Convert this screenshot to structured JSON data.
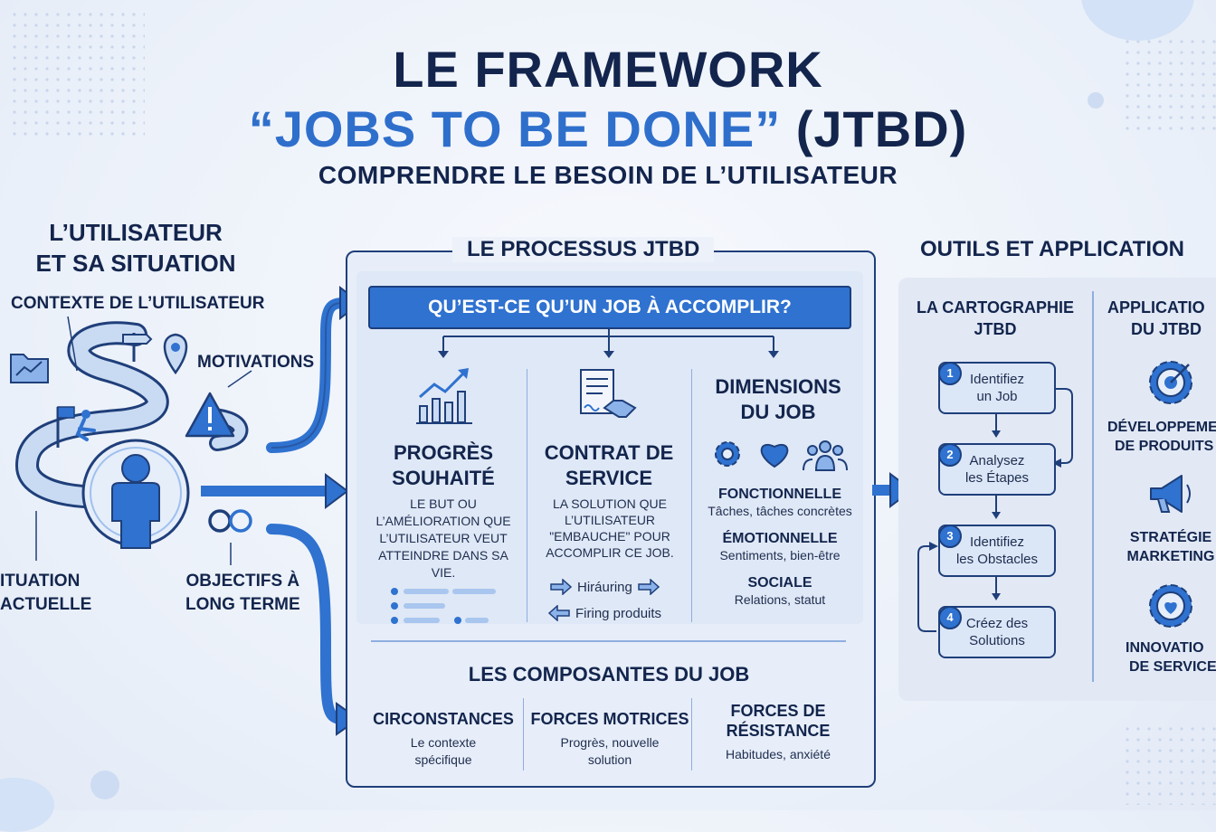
{
  "title": {
    "line1": "LE FRAMEWORK",
    "line2_highlight": "“JOBS TO BE DONE”",
    "line2_rest": " (JTBD)",
    "subtitle": "COMPRENDRE LE BESOIN DE L’UTILISATEUR"
  },
  "left": {
    "heading_line1": "L’UTILISATEUR",
    "heading_line2": "ET SA SITUATION",
    "context": "CONTEXTE DE L’UTILISATEUR",
    "motivations": "MOTIVATIONS",
    "situation_line1": "ITUATION",
    "situation_line2": "ACTUELLE",
    "goals_line1": "OBJECTIFS À",
    "goals_line2": "LONG TERME"
  },
  "process": {
    "heading": "LE PROCESSUS JTBD",
    "question": "QU’EST-CE QU’UN JOB À ACCOMPLIR?",
    "progress": {
      "title_line1": "PROGRÈS",
      "title_line2": "SOUHAITÉ",
      "desc": [
        "LE BUT OU",
        "L’AMÉLIORATION QUE",
        "L’UTILISATEUR VEUT",
        "ATTEINDRE DANS SA",
        "VIE."
      ]
    },
    "contract": {
      "title_line1": "CONTRAT DE",
      "title_line2": "SERVICE",
      "desc": [
        "LA SOLUTION QUE",
        "L’UTILISATEUR",
        "\"EMBAUCHE\" POUR",
        "ACCOMPLIR CE JOB."
      ],
      "hiring": "Hiráuring",
      "firing": "Firing produits"
    },
    "dimensions": {
      "title_line1": "DIMENSIONS",
      "title_line2": "DU JOB",
      "items": [
        {
          "name": "FONCTIONNELLE",
          "desc": "Tâches, tâches concrètes"
        },
        {
          "name": "ÉMOTIONNELLE",
          "desc": "Sentiments, bien-être"
        },
        {
          "name": "SOCIALE",
          "desc": "Relations, statut"
        }
      ]
    },
    "components": {
      "heading": "LES COMPOSANTES DU JOB",
      "items": [
        {
          "name": "CIRCONSTANCES",
          "desc_line1": "Le contexte",
          "desc_line2": "spécifique"
        },
        {
          "name": "FORCES MOTRICES",
          "desc_line1": "Progrès, nouvelle",
          "desc_line2": "solution"
        },
        {
          "name_line1": "FORCES DE",
          "name_line2": "RÉSISTANCE",
          "desc_line1": "Habitudes, anxiété"
        }
      ]
    }
  },
  "tools": {
    "heading": "OUTILS ET APPLICATION",
    "map_heading_line1": "LA CARTOGRAPHIE",
    "map_heading_line2": "JTBD",
    "steps": [
      {
        "num": "1",
        "line1": "Identifiez",
        "line2": "un Job"
      },
      {
        "num": "2",
        "line1": "Analysez",
        "line2": "les Étapes"
      },
      {
        "num": "3",
        "line1": "Identifiez",
        "line2": "les Obstacles"
      },
      {
        "num": "4",
        "line1": "Créez des",
        "line2": "Solutions"
      }
    ],
    "apps_heading_line1": "APPLICATIO",
    "apps_heading_line2": "DU JTBD",
    "apps": [
      {
        "line1": "DÉVELOPPEME",
        "line2": "DE PRODUITS"
      },
      {
        "line1": "STRATÉGIE",
        "line2": "MARKETING"
      },
      {
        "line1": "INNOVATIO",
        "line2": "DE SERVICE"
      }
    ]
  },
  "colors": {
    "navy": "#13254d",
    "accent": "#2f72d0",
    "light": "#dfe8f6"
  }
}
